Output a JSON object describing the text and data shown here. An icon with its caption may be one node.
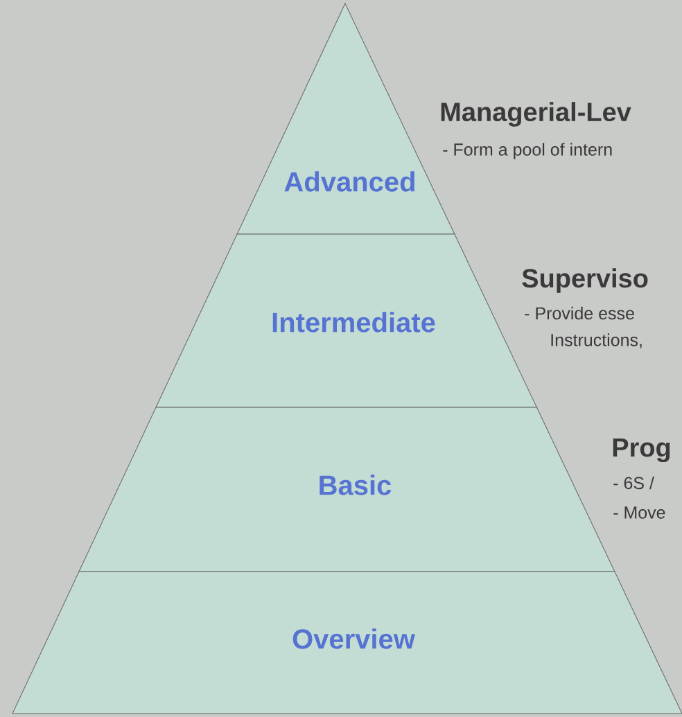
{
  "diagram": {
    "nodes": [
      {
        "text": [
          "Advanced"
        ],
        "beside": [
          "Managerial-Lev",
          "- Form a pool of intern"
        ]
      },
      {
        "text": [
          "Intermediate"
        ],
        "beside": [
          "Superviso",
          "- Provide esse",
          "Instructions,"
        ]
      },
      {
        "text": [
          "Basic"
        ],
        "beside": [
          "Prog",
          "- 6S /",
          "- Move"
        ]
      },
      {
        "text": [
          "Overview"
        ]
      }
    ]
  }
}
